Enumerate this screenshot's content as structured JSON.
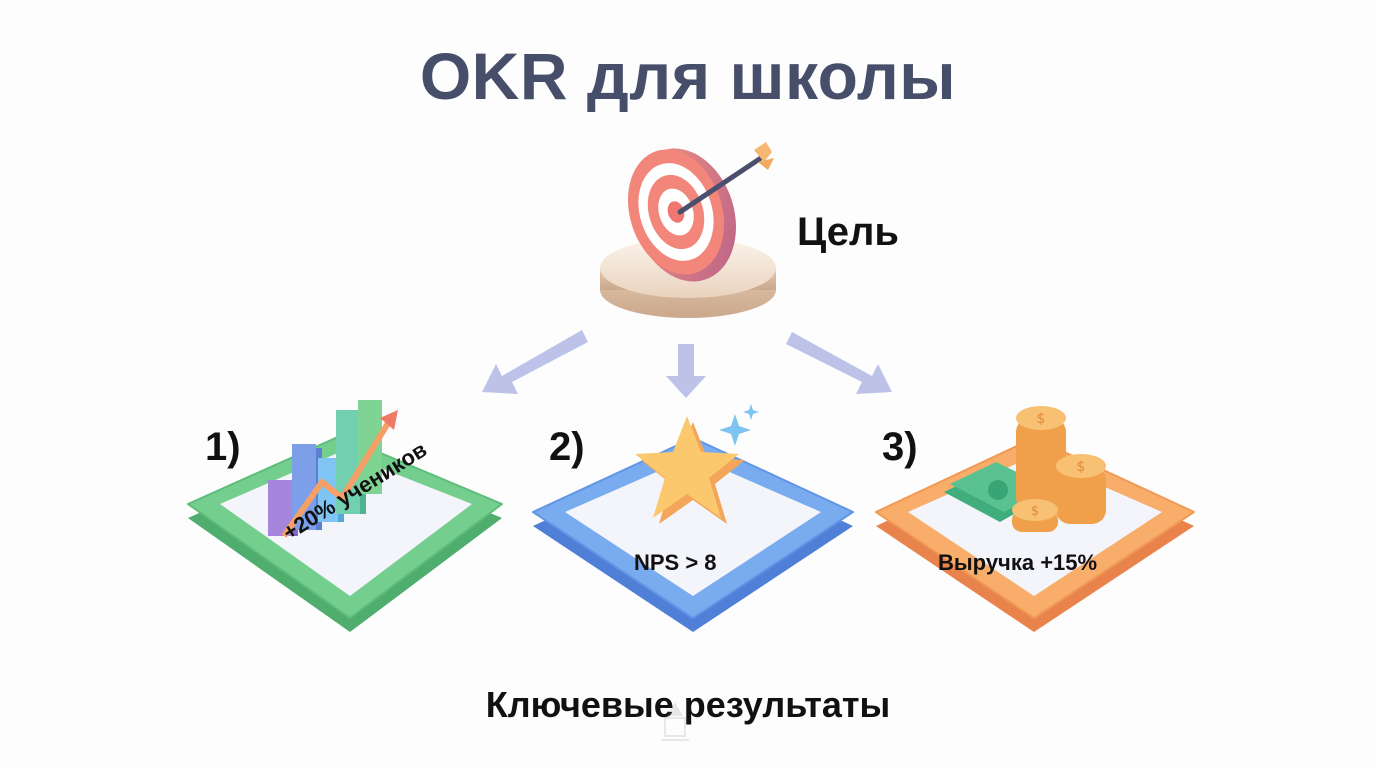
{
  "title": "OKR для школы",
  "objective": {
    "label": "Цель",
    "icon": "target-with-arrow-icon"
  },
  "key_results_label": "Ключевые результаты",
  "key_results": [
    {
      "number": "1)",
      "label": "+20% учеников",
      "icon": "growth-bar-chart-icon",
      "color": "#6cc98a"
    },
    {
      "number": "2)",
      "label": "NPS > 8",
      "icon": "star-icon",
      "color": "#6fa3ea"
    },
    {
      "number": "3)",
      "label": "Выручка +15%",
      "icon": "money-coins-icon",
      "color": "#f6a45c"
    }
  ],
  "arrows": [
    "arrow-to-result-1",
    "arrow-to-result-2",
    "arrow-to-result-3"
  ],
  "colors": {
    "title": "#474e6a",
    "arrow": "#b9c0e6",
    "target_ring": "#f08a84",
    "pedestal": "#f2e4d6"
  }
}
